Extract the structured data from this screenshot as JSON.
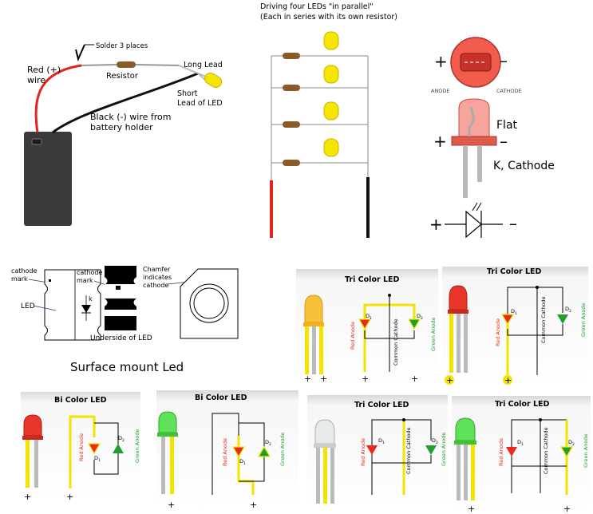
{
  "battery_panel": {
    "solder": "Solder 3 places",
    "red_wire": [
      "Red (+)",
      "wire"
    ],
    "resistor": "Resistor",
    "long_lead": "Long Lead",
    "short_lead": [
      "Short",
      "Lead of LED"
    ],
    "black_wire": [
      "Black (-) wire from",
      "battery holder"
    ]
  },
  "parallel_panel": {
    "title": [
      "Driving four LEDs \"in parallel\"",
      "(Each in series with its own resistor)"
    ]
  },
  "polarity_panel": {
    "plus": "+",
    "minus": "–",
    "anode": "ANODE",
    "cathode": "CATHODE",
    "flat": "Flat",
    "k_cathode": "K, Cathode"
  },
  "smd_panel": {
    "cathode_mark_1": [
      "cathode",
      "mark"
    ],
    "cathode_mark_2": [
      "cathode",
      "mark"
    ],
    "chamfer": [
      "Chamfer",
      "indicates",
      "cathode"
    ],
    "led": "LED",
    "k": "k",
    "underside": "Underside of LED",
    "caption": "Surface mount Led"
  },
  "tri_1": {
    "title": "Tri Color LED",
    "d1": "D",
    "d1_sub": "1",
    "d2": "D",
    "d2_sub": "2",
    "red": "Red Anode",
    "common": "Common Cathode",
    "green": "Green Anode",
    "plus": "+"
  },
  "tri_2": {
    "title": "Tri Color LED",
    "d1": "D",
    "d1_sub": "1",
    "d2": "D",
    "d2_sub": "2",
    "red": "Red Anode",
    "common": "Common Cathode",
    "green": "Green Anode",
    "plus": "+"
  },
  "bi_1": {
    "title": "Bi Color LED",
    "d1": "D",
    "d1_sub": "1",
    "d2": "D",
    "d2_sub": "2",
    "red": "Red Anode",
    "green": "Green Anode",
    "plus": "+"
  },
  "bi_2": {
    "title": "Bi Color LED",
    "d1": "D",
    "d1_sub": "1",
    "d2": "D",
    "d2_sub": "2",
    "red": "Red Anode",
    "green": "Green Anode",
    "plus": "+"
  },
  "tri_3": {
    "title": "Tri Color LED",
    "d1": "D",
    "d1_sub": "1",
    "d2": "D",
    "d2_sub": "2",
    "red": "Red Anode",
    "common": "Common Cathode",
    "green": "Green Anode",
    "plus": "+"
  },
  "tri_4": {
    "title": "Tri Color LED",
    "d1": "D",
    "d1_sub": "1",
    "d2": "D",
    "d2_sub": "2",
    "red": "Red Anode",
    "common": "Common Cathode",
    "green": "Green Anode",
    "plus": "+"
  },
  "colors": {
    "red": "#e82a1e",
    "green": "#1fa02a",
    "yellow": "#f3e400",
    "resistor": "#8b5a2b",
    "battery": "#3a3a3a"
  }
}
